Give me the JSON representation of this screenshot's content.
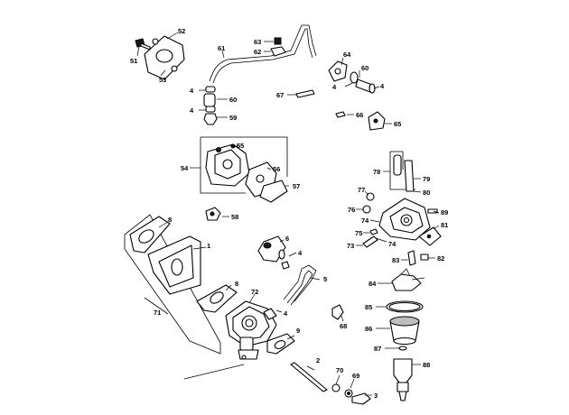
{
  "callouts": {
    "p52": "52",
    "p51": "51",
    "p53": "53",
    "p61": "61",
    "p63": "63",
    "p62": "62",
    "p64": "64",
    "p60a": "60",
    "p4a": "4",
    "p4b": "4",
    "p4c": "4",
    "p60b": "60",
    "p4d": "4",
    "p59": "59",
    "p67": "67",
    "p66": "66",
    "p65": "65",
    "p55": "55",
    "p54": "54",
    "p56": "56",
    "p57": "57",
    "p78": "78",
    "p79": "79",
    "p80": "80",
    "p77": "77",
    "p76": "76",
    "p74a": "74",
    "p89": "89",
    "p81": "81",
    "p75": "75",
    "p74b": "74",
    "p73": "73",
    "p83": "83",
    "p82": "82",
    "p58": "58",
    "p8a": "8",
    "p1": "1",
    "p6": "6",
    "p4e": "4",
    "p5": "5",
    "p84": "84",
    "p8b": "8",
    "p72": "72",
    "p4f": "4",
    "p85": "85",
    "p71": "71",
    "p68": "68",
    "p86": "86",
    "p9": "9",
    "p87": "87",
    "p2": "2",
    "p88": "88",
    "p70": "70",
    "p69": "69",
    "p3": "3"
  }
}
